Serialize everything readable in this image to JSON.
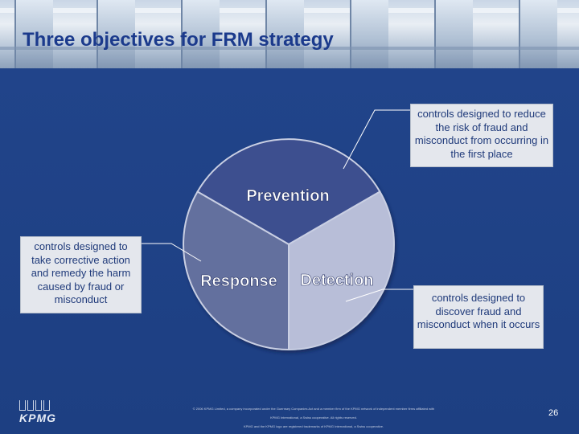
{
  "title": "Three objectives for FRM strategy",
  "wheel": {
    "top_label": "Prevention",
    "left_label": "Response",
    "right_label": "Detection"
  },
  "callouts": {
    "prevention": "controls designed to reduce the risk of fraud and misconduct from occurring in the first place",
    "response": "controls designed to take corrective action and remedy the harm caused by fraud or misconduct",
    "detection": "controls designed to discover fraud and misconduct when it occurs"
  },
  "footer": {
    "logo": "KPMG",
    "legal_1": "© 2006 KPMG Limited, a company incorporated under the Guernsey Companies Act and a member firm of the KPMG network of independent member firms affiliated with",
    "legal_2": "KPMG International, a Swiss cooperative. All rights reserved.",
    "legal_3": "KPMG and the KPMG logo are registered trademarks of KPMG International, a Swiss cooperative.",
    "page_number": "26"
  },
  "colors": {
    "background": "#1d3f82",
    "prevention": "#3e4f8f",
    "response": "#64709e",
    "detection": "#b8bed8",
    "title": "#1b3a8c"
  }
}
